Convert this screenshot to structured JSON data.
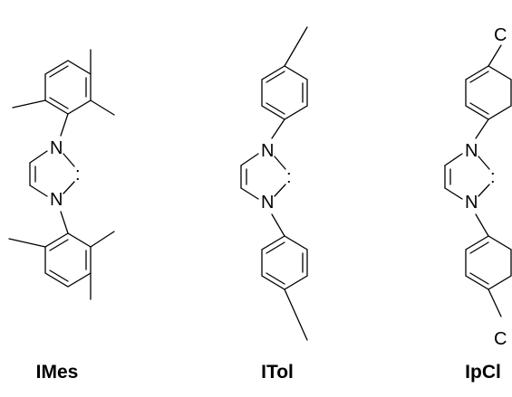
{
  "compounds": [
    {
      "name": "IMes",
      "atoms": {
        "n_top": "N",
        "n_bottom": "N",
        "carbene": ":"
      }
    },
    {
      "name": "ITol",
      "atoms": {
        "n_top": "N",
        "n_bottom": "N",
        "carbene": ":"
      }
    },
    {
      "name": "IpCl",
      "atoms": {
        "n_top": "N",
        "n_bottom": "N",
        "carbene": ":",
        "cl_top": "C",
        "cl_bottom": "C"
      }
    }
  ],
  "colors": {
    "ink": "#000000",
    "background": "#ffffff"
  }
}
